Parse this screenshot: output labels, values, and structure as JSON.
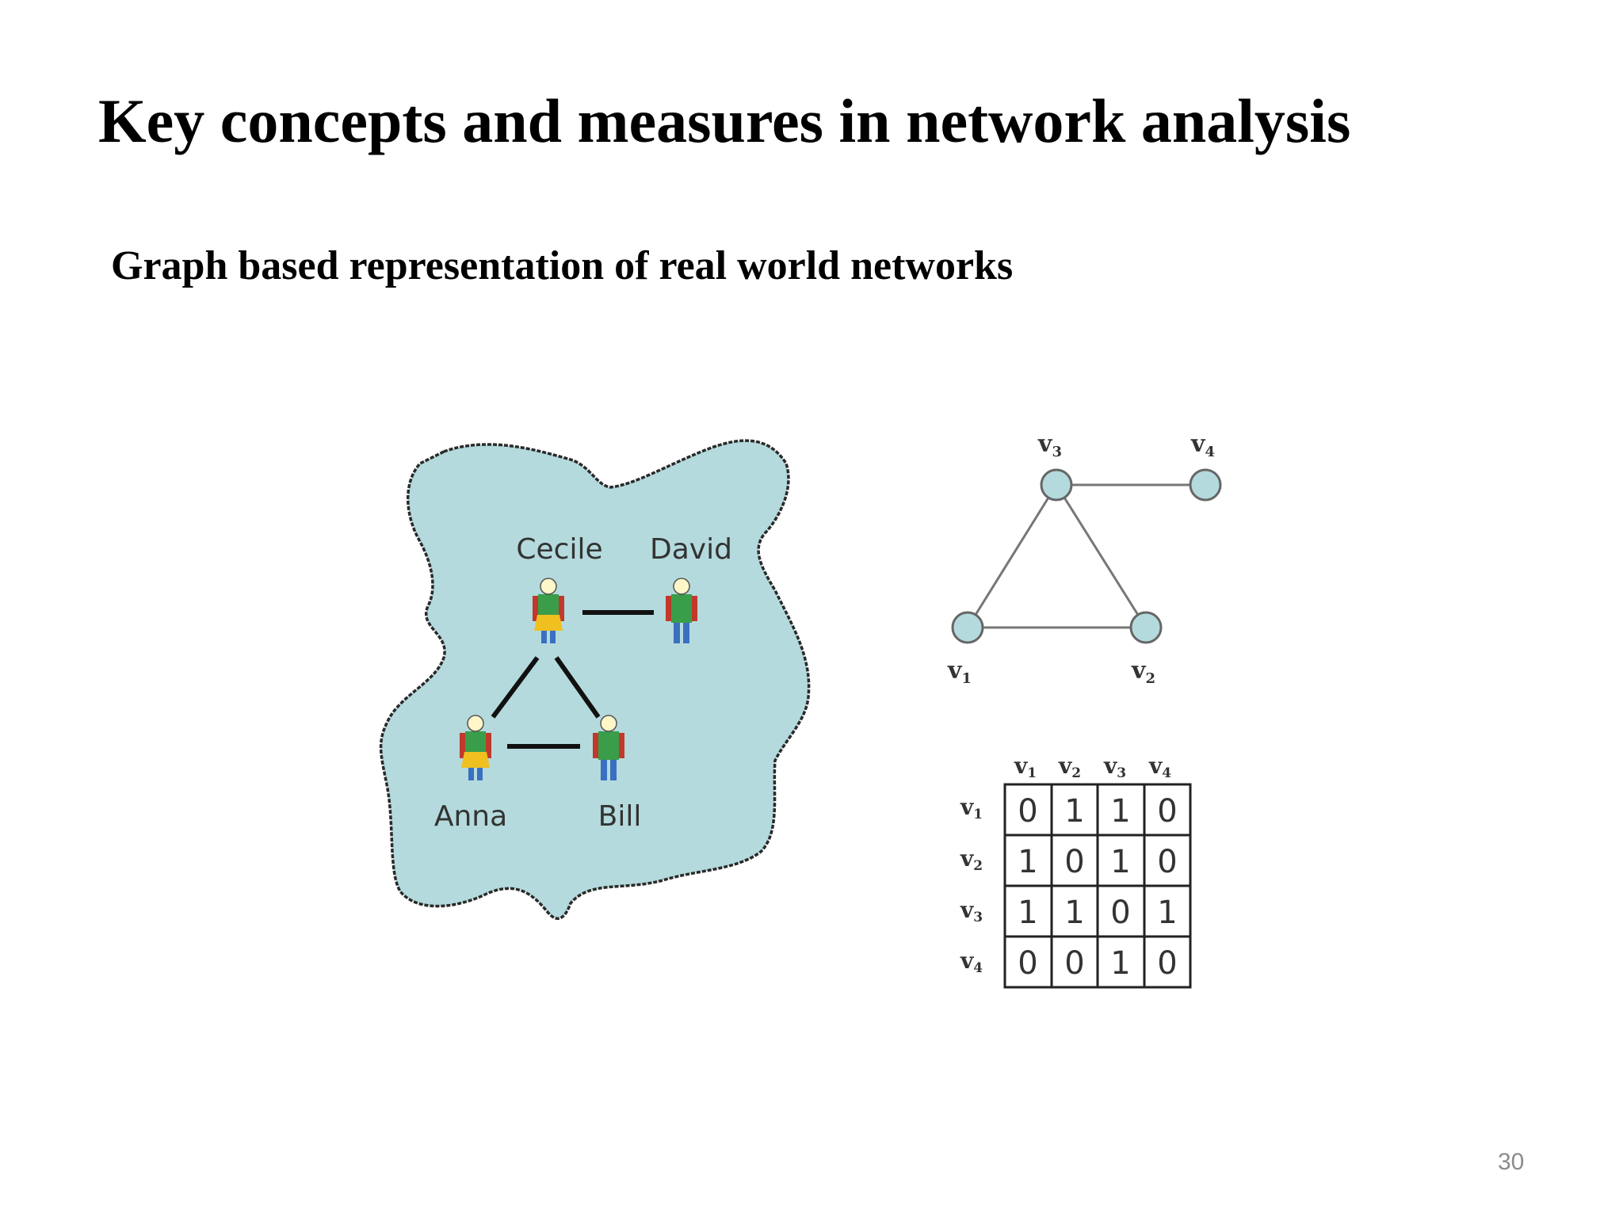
{
  "title": "Key concepts and measures in network analysis",
  "subtitle": "Graph based representation of real world networks",
  "slide_number": "30",
  "social_network": {
    "people": [
      "Cecile",
      "David",
      "Anna",
      "Bill"
    ],
    "ties": [
      [
        "Cecile",
        "David"
      ],
      [
        "Cecile",
        "Anna"
      ],
      [
        "Cecile",
        "Bill"
      ],
      [
        "Anna",
        "Bill"
      ]
    ],
    "blob_color": "#b4dadd"
  },
  "graph": {
    "vertices": [
      {
        "id": "v3",
        "label": "v",
        "sub": "3"
      },
      {
        "id": "v4",
        "label": "v",
        "sub": "4"
      },
      {
        "id": "v1",
        "label": "v",
        "sub": "1"
      },
      {
        "id": "v2",
        "label": "v",
        "sub": "2"
      }
    ],
    "edges": [
      [
        "v3",
        "v4"
      ],
      [
        "v3",
        "v1"
      ],
      [
        "v3",
        "v2"
      ],
      [
        "v1",
        "v2"
      ]
    ],
    "node_color": "#b4dadd"
  },
  "adjacency_matrix": {
    "col_headers": [
      {
        "label": "v",
        "sub": "1"
      },
      {
        "label": "v",
        "sub": "2"
      },
      {
        "label": "v",
        "sub": "3"
      },
      {
        "label": "v",
        "sub": "4"
      }
    ],
    "row_headers": [
      {
        "label": "v",
        "sub": "1"
      },
      {
        "label": "v",
        "sub": "2"
      },
      {
        "label": "v",
        "sub": "3"
      },
      {
        "label": "v",
        "sub": "4"
      }
    ],
    "values": [
      [
        "0",
        "1",
        "1",
        "0"
      ],
      [
        "1",
        "0",
        "1",
        "0"
      ],
      [
        "1",
        "1",
        "0",
        "1"
      ],
      [
        "0",
        "0",
        "1",
        "0"
      ]
    ]
  }
}
